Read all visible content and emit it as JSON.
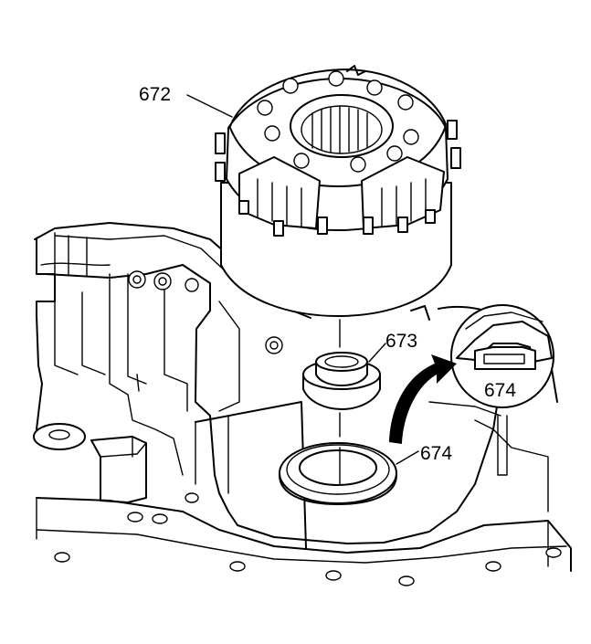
{
  "callouts": {
    "housing": "672",
    "bushing": "673",
    "seal": "674",
    "seal_detail": "674"
  }
}
